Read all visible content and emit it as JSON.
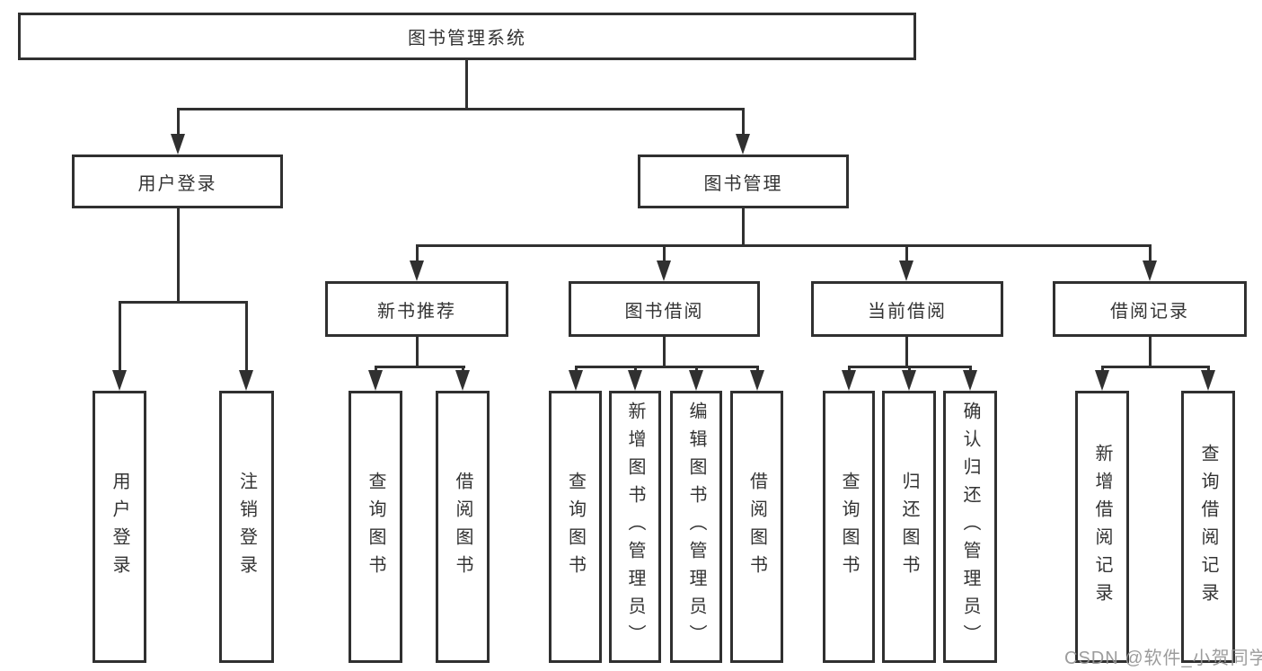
{
  "diagram": {
    "title": "图书管理系统",
    "branches": [
      {
        "label": "用户登录",
        "leaves": [
          "用户登录",
          "注销登录"
        ]
      },
      {
        "label": "图书管理",
        "groups": [
          {
            "label": "新书推荐",
            "leaves": [
              "查询图书",
              "借阅图书"
            ]
          },
          {
            "label": "图书借阅",
            "leaves": [
              "查询图书",
              "新增图书（管理员）",
              "编辑图书（管理员）",
              "借阅图书"
            ]
          },
          {
            "label": "当前借阅",
            "leaves": [
              "查询图书",
              "归还图书",
              "确认归还（管理员）"
            ]
          },
          {
            "label": "借阅记录",
            "leaves": [
              "新增借阅记录",
              "查询借阅记录"
            ]
          }
        ]
      }
    ]
  },
  "watermark": "CSDN @软件_小贺同学",
  "colors": {
    "line": "#303030",
    "text": "#333333",
    "watermark": "#949494",
    "background": "#ffffff"
  }
}
